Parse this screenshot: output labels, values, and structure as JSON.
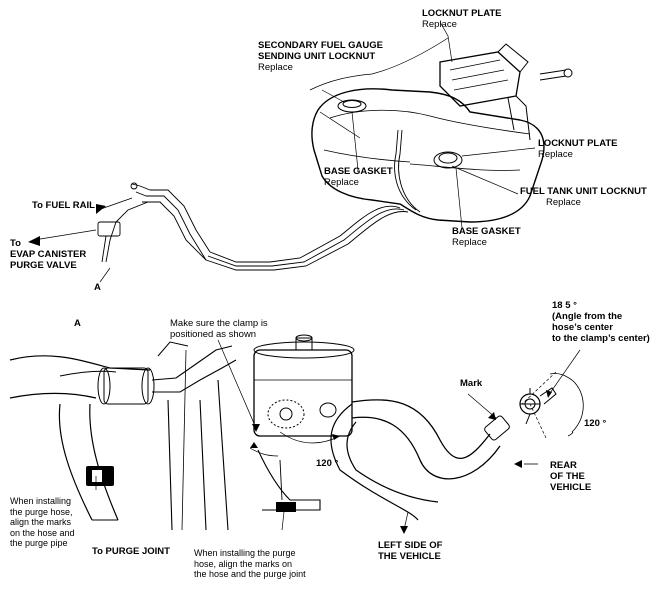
{
  "top_section": {
    "locknut_plate_top": {
      "title": "LOCKNUT PLATE",
      "note": "Replace"
    },
    "secondary_locknut": {
      "title_line1": "SECONDARY FUEL GAUGE",
      "title_line2": "SENDING UNIT LOCKNUT",
      "note": "Replace"
    },
    "locknut_plate_right": {
      "title": "LOCKNUT PLATE",
      "note": "Replace"
    },
    "base_gasket_left": {
      "title": "BASE GASKET",
      "note": "Replace"
    },
    "fuel_tank_unit_locknut": {
      "title": "FUEL TANK UNIT LOCKNUT",
      "note": "Replace"
    },
    "base_gasket_right": {
      "title": "BASE GASKET",
      "note": "Replace"
    },
    "to_fuel_rail": "To FUEL RAIL",
    "to_evap": {
      "line1": "To",
      "line2": "EVAP CANISTER",
      "line3": "PURGE VALVE"
    },
    "callout_a": "A"
  },
  "detail_section": {
    "section_label": "A",
    "clamp_note": {
      "line1": "Make sure the clamp is",
      "line2": "positioned as shown"
    },
    "angle_185": {
      "value": "18 5 °",
      "line1": "(Angle from the",
      "line2": "hose’s center",
      "line3": "to the clamp’s center)"
    },
    "mark": "Mark",
    "angle_120_right": "120 °",
    "angle_120_center": "120 °",
    "rear_of_vehicle": {
      "line1": "REAR",
      "line2": "OF THE",
      "line3": "VEHICLE"
    },
    "left_side": {
      "line1": "LEFT SIDE OF",
      "line2": "THE VEHICLE"
    },
    "install_left": {
      "line1": "When installing",
      "line2": "the purge hose,",
      "line3": "align the marks",
      "line4": "on the hose and",
      "line5": "the purge pipe"
    },
    "to_purge_joint": "To PURGE JOINT",
    "install_center": {
      "line1": "When installing the purge",
      "line2": "hose, align the marks on",
      "line3": "the hose and the purge joint"
    }
  }
}
